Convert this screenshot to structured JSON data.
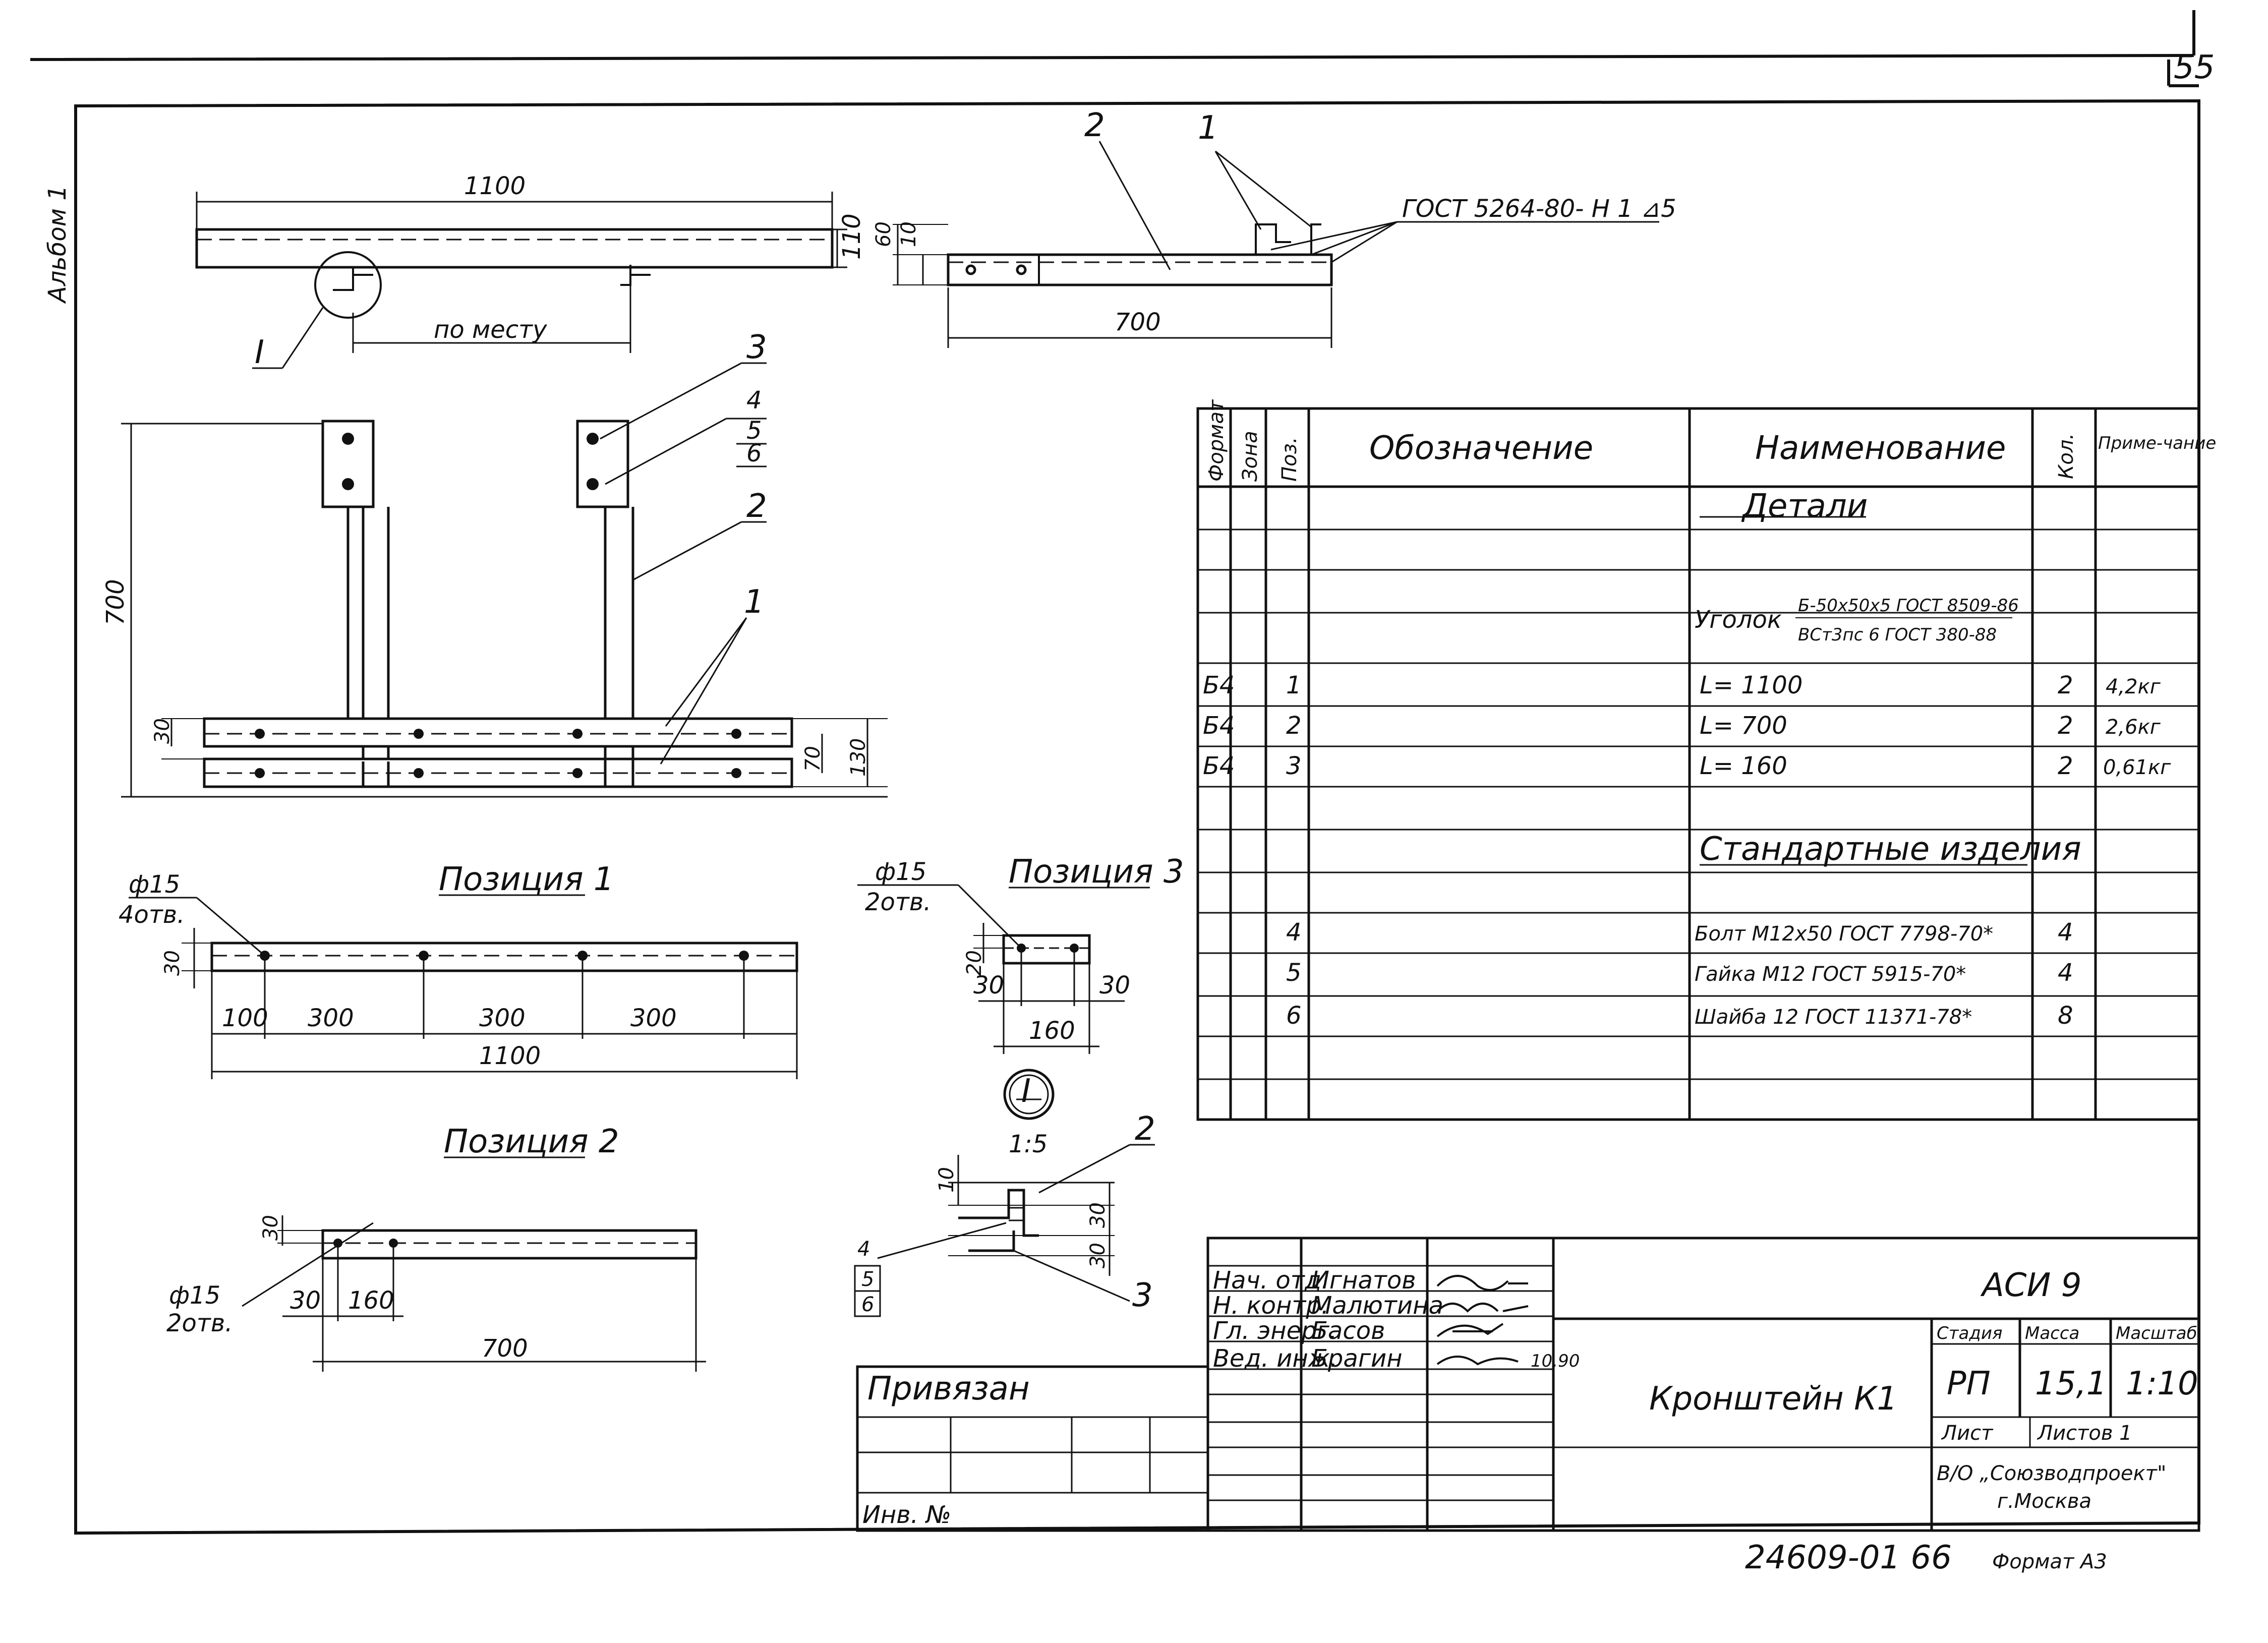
{
  "page_number": "55",
  "album_label": "Альбом 1",
  "top_view": {
    "length": "1100",
    "place_label": "по месту",
    "callout": "I",
    "height": "110"
  },
  "side_view": {
    "weld_label": "ГОСТ 5264-80- Н 1  ⊿5",
    "dims": {
      "length": "700",
      "h1": "60",
      "h2": "10"
    },
    "leaders": {
      "l1": "1",
      "l2": "2"
    }
  },
  "plan_view": {
    "dims": {
      "height": "700",
      "d30": "30",
      "d70": "70",
      "d130": "130"
    },
    "leaders": {
      "p1": "1",
      "p2": "2",
      "p3": "3",
      "p4": "4",
      "p5": "5",
      "p6": "6"
    }
  },
  "position1": {
    "title": "Позиция 1",
    "hole_dia": "ф15",
    "hole_count": "4отв.",
    "dims": [
      "100",
      "300",
      "300",
      "300"
    ],
    "total": "1100",
    "height": "30"
  },
  "position2": {
    "title": "Позиция 2",
    "hole_dia": "ф15",
    "hole_count": "2отв.",
    "dims": {
      "d30": "30",
      "d160": "160",
      "total": "700",
      "h30": "30"
    }
  },
  "position3": {
    "title": "Позиция 3",
    "hole_dia": "ф15",
    "hole_count": "2отв.",
    "dims": {
      "left": "30",
      "right": "30",
      "width": "160",
      "height": "20"
    }
  },
  "detail_I": {
    "label": "I",
    "scale": "1:5",
    "dims": {
      "d10": "10",
      "d30a": "30",
      "d30b": "30"
    },
    "leaders": {
      "p2": "2",
      "p3": "3",
      "p4": "4",
      "p5": "5",
      "p6": "6"
    }
  },
  "spec_table": {
    "headers": [
      "Формат",
      "Зона",
      "Поз.",
      "Обозначение",
      "Наименование",
      "Кол.",
      "Приме-чание"
    ],
    "section_details": "Детали",
    "angle_label": "Уголок",
    "angle_num": "Б-50х50х5 ГОСТ 8509-86",
    "angle_den": "ВСт3пс 6 ГОСТ 380-88",
    "rows": [
      {
        "format": "Б4",
        "pos": "1",
        "name": "L= 1100",
        "qty": "2",
        "note": "4,2кг"
      },
      {
        "format": "Б4",
        "pos": "2",
        "name": "L= 700",
        "qty": "2",
        "note": "2,6кг"
      },
      {
        "format": "Б4",
        "pos": "3",
        "name": "L= 160",
        "qty": "2",
        "note": "0,61кг"
      }
    ],
    "section_standard": "Стандартные изделия",
    "std_rows": [
      {
        "pos": "4",
        "name": "Болт М12х50 ГОСТ 7798-70*",
        "qty": "4"
      },
      {
        "pos": "5",
        "name": "Гайка М12 ГОСТ 5915-70*",
        "qty": "4"
      },
      {
        "pos": "6",
        "name": "Шайба 12 ГОСТ 11371-78*",
        "qty": "8"
      }
    ]
  },
  "title_block": {
    "code": "АСИ 9",
    "product": "Кронштейн К1",
    "stage_hdr": "Стадия",
    "mass_hdr": "Масса",
    "scale_hdr": "Масштаб",
    "stage": "РП",
    "mass": "15,1",
    "scale": "1:10",
    "sheet_lbl": "Лист",
    "sheets_lbl": "Листов 1",
    "org_line1": "В/О „Союзводпроект\"",
    "org_line2": "г.Москва",
    "bound_label": "Привязан",
    "inv_label": "Инв. №",
    "staff": [
      {
        "role": "Нач. отд.",
        "name": "Игнатов"
      },
      {
        "role": "Н. контр.",
        "name": "Малютина"
      },
      {
        "role": "Гл. энерг.",
        "name": "Басов"
      },
      {
        "role": "Вед. инж.",
        "name": "Брагин"
      }
    ],
    "date": "10.90",
    "doc_number": "24609-01   66",
    "format": "Формат А3"
  }
}
